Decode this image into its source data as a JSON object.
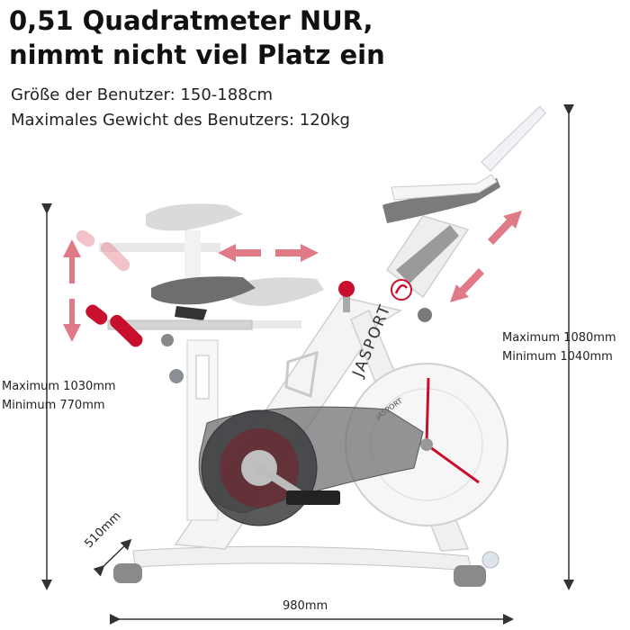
{
  "headline": {
    "line1": "0,51 Quadratmeter NUR,",
    "line2": "nimmt nicht viel Platz ein"
  },
  "specs": {
    "height_range": "Größe der Benutzer: 150-188cm",
    "max_weight": "Maximales Gewicht des Benutzers: 120kg"
  },
  "dimensions": {
    "seat_max": "Maximum 1030mm",
    "seat_min": "Minimum 770mm",
    "handlebar_max": "Maximum 1080mm",
    "handlebar_min": "Minimum 1040mm",
    "width": "510mm",
    "length": "980mm"
  },
  "brand": {
    "frame_label": "JASPORT",
    "flywheel_label": "JASPORT"
  },
  "colors": {
    "frame": "#f2f2f2",
    "accent_red": "#c8102e",
    "arrow_pink": "#e07a86",
    "seat_gray": "#6e6e70"
  }
}
